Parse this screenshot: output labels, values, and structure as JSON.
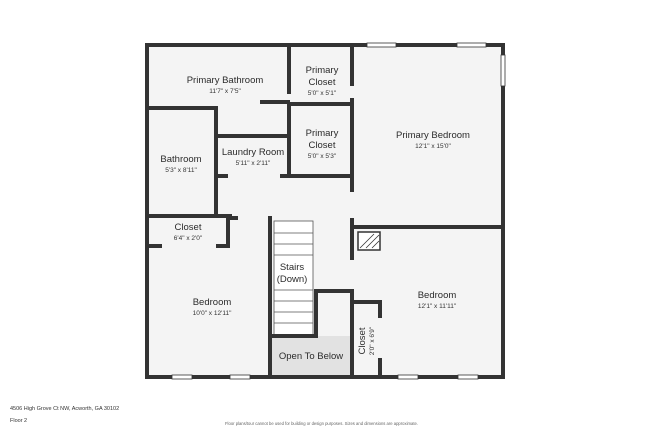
{
  "address": "4506 High Grove Ct NW, Acworth, GA 30102",
  "floor": "Floor 2",
  "disclaimer": "Floor plans/tour cannot be used for building or design purposes. Sizes and dimensions are approximate.",
  "rooms": {
    "primary_bathroom": {
      "name": "Primary Bathroom",
      "dims": "11'7\" x 7'5\""
    },
    "primary_closet_top": {
      "name_line1": "Primary",
      "name_line2": "Closet",
      "dims": "5'0\" x 5'1\""
    },
    "primary_closet_mid": {
      "name_line1": "Primary",
      "name_line2": "Closet",
      "dims": "5'0\" x 5'3\""
    },
    "primary_bedroom": {
      "name": "Primary Bedroom",
      "dims": "12'1\" x 15'0\""
    },
    "bathroom": {
      "name": "Bathroom",
      "dims": "5'3\" x 8'11\""
    },
    "laundry": {
      "name": "Laundry Room",
      "dims": "5'11\" x 2'11\""
    },
    "closet_left": {
      "name": "Closet",
      "dims": "6'4\" x 2'0\""
    },
    "stairs": {
      "name_line1": "Stairs",
      "name_line2": "(Down)"
    },
    "bedroom_left": {
      "name": "Bedroom",
      "dims": "10'0\" x 12'11\""
    },
    "bedroom_right": {
      "name": "Bedroom",
      "dims": "12'1\" x 11'11\""
    },
    "closet_right": {
      "name": "Closet",
      "dims": "2'0\" x 6'9\""
    },
    "open_to_below": {
      "name": "Open To Below"
    }
  },
  "colors": {
    "wall": "#333333",
    "floor": "#f4f4f4",
    "stair_fill": "#ffffff",
    "open_fill": "#e2e2e2"
  }
}
